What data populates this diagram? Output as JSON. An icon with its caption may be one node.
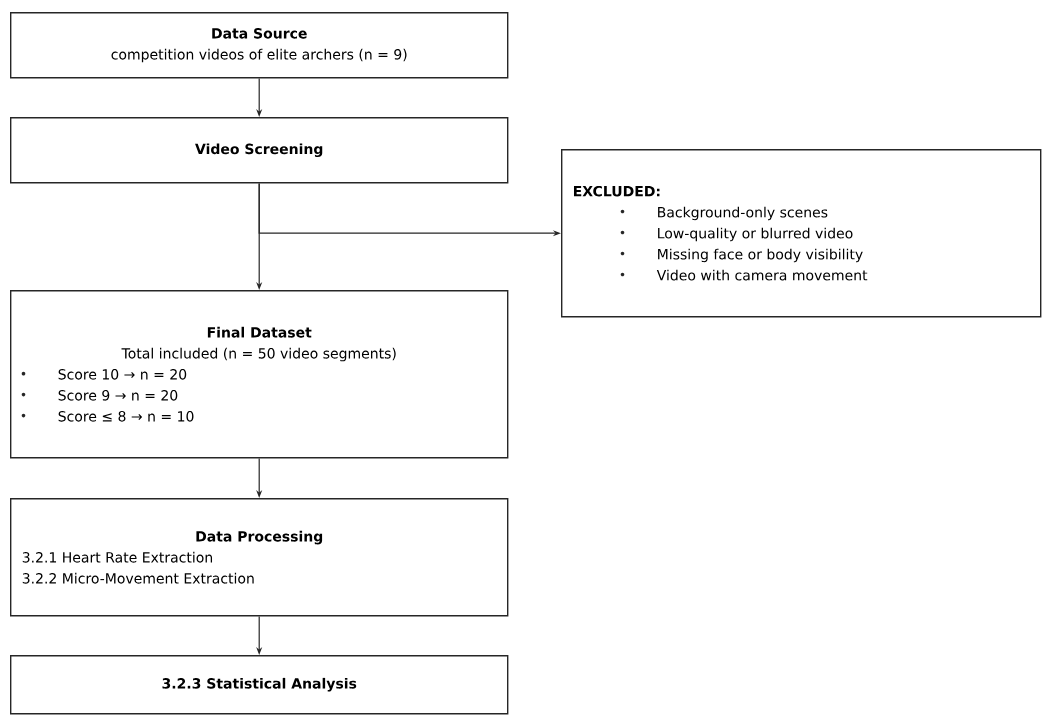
{
  "diagram": {
    "nodes": [
      {
        "text": [
          "Data Source",
          "competition videos of elite archers (n = 9)"
        ]
      },
      {
        "text": [
          "Video Screening"
        ]
      },
      {
        "text": [
          "EXCLUDED:",
          "Background-only scenes",
          "Low-quality or blurred video",
          "Missing face or body visibility",
          "Video with camera movement"
        ]
      },
      {
        "text": [
          "Final Dataset",
          "Total included (n = 50 video segments)",
          "Score 10 → n = 20",
          "Score 9 → n = 20",
          "Score ≤ 8 → n = 10"
        ]
      },
      {
        "text": [
          "Data Processing",
          "3.2.1 Heart Rate Extraction",
          "3.2.2 Micro-Movement Extraction"
        ]
      },
      {
        "text": [
          "3.2.3 Statistical Analysis"
        ]
      }
    ],
    "edges": [
      {
        "from": 0,
        "to": 1,
        "arrow": "to"
      },
      {
        "from": 1,
        "to": 3,
        "arrow": "to"
      },
      {
        "from": 1,
        "to": 2,
        "arrow": "to"
      },
      {
        "from": 3,
        "to": 4,
        "arrow": "to"
      },
      {
        "from": 4,
        "to": 5,
        "arrow": "to"
      }
    ]
  }
}
